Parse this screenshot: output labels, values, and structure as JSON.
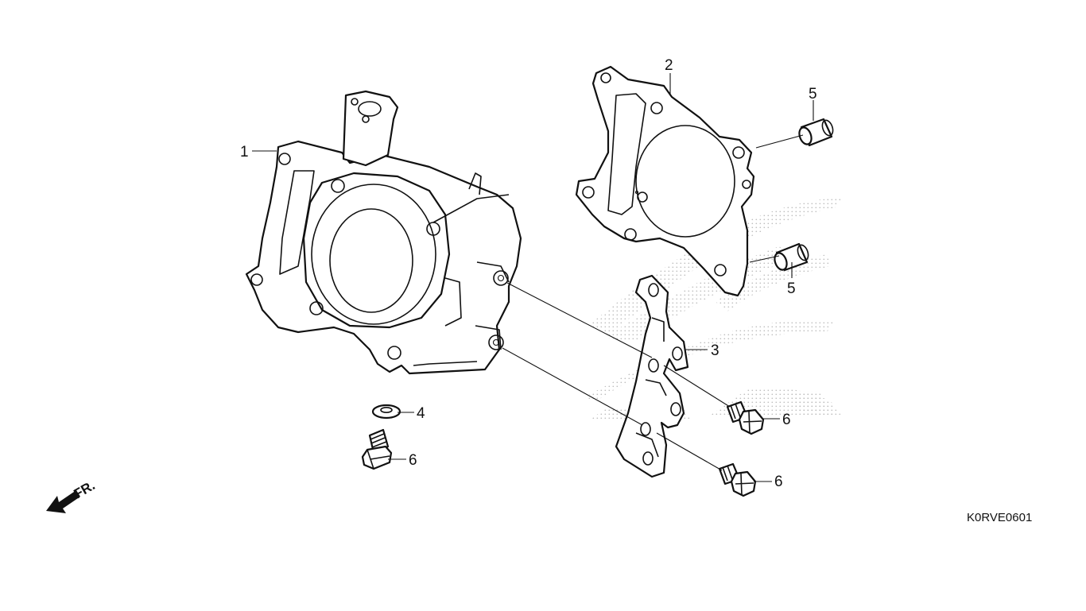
{
  "diagram_code": "K0RVE0601",
  "direction_label": "FR.",
  "callouts": [
    {
      "id": "1",
      "label": "1"
    },
    {
      "id": "2",
      "label": "2"
    },
    {
      "id": "3",
      "label": "3"
    },
    {
      "id": "4",
      "label": "4"
    },
    {
      "id": "5a",
      "label": "5"
    },
    {
      "id": "5b",
      "label": "5"
    },
    {
      "id": "6a",
      "label": "6"
    },
    {
      "id": "6b",
      "label": "6"
    },
    {
      "id": "6c",
      "label": "6"
    }
  ],
  "colors": {
    "line": "#111111",
    "watermark": "#c8c8c8",
    "background": "#ffffff"
  },
  "icons": [
    "front-direction-arrow-icon"
  ]
}
